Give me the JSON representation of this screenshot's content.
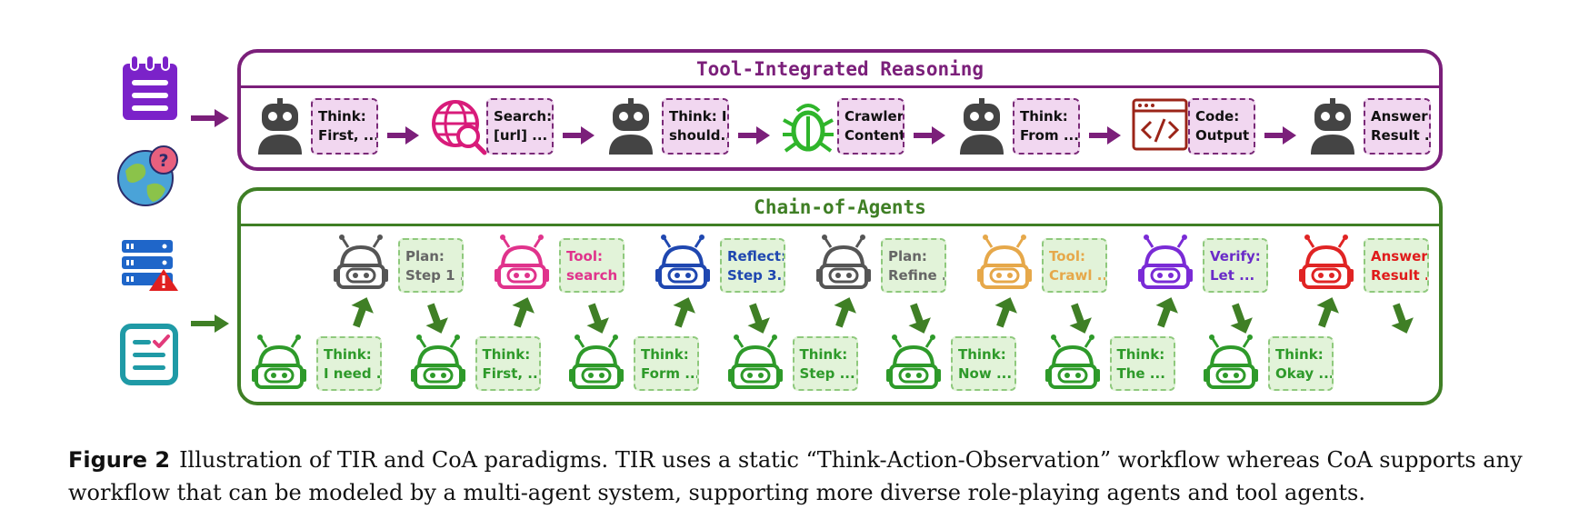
{
  "tir": {
    "title": "Tool-Integrated Reasoning",
    "color": "#7b1f7a",
    "steps": [
      {
        "icon": "robot-icon",
        "line1": "Think:",
        "line2": "First, ..."
      },
      {
        "icon": "globe-search-icon",
        "line1": "Search:",
        "line2": "[url] ..."
      },
      {
        "icon": "robot-icon",
        "line1": "Think: I",
        "line2": "should..."
      },
      {
        "icon": "bug-crawler-icon",
        "line1": "Crawler:",
        "line2": "Content..."
      },
      {
        "icon": "robot-icon",
        "line1": "Think:",
        "line2": "From ..."
      },
      {
        "icon": "code-window-icon",
        "line1": "Code:",
        "line2": "Output ..."
      },
      {
        "icon": "robot-icon",
        "line1": "Answer:",
        "line2": "Result ..."
      }
    ]
  },
  "coa": {
    "title": "Chain-of-Agents",
    "color": "#3f7f25",
    "think_color": "#2e9a2a",
    "thinkers": [
      {
        "line1": "Think:",
        "line2": "I need ..."
      },
      {
        "line1": "Think:",
        "line2": "First, ..."
      },
      {
        "line1": "Think:",
        "line2": "Form ..."
      },
      {
        "line1": "Think:",
        "line2": "Step ..."
      },
      {
        "line1": "Think:",
        "line2": "Now ..."
      },
      {
        "line1": "Think:",
        "line2": "The ..."
      },
      {
        "line1": "Think:",
        "line2": "Okay ..."
      }
    ],
    "agents": [
      {
        "line1": "Plan:",
        "line2": "Step 1 ...",
        "color": "#555555",
        "text_color": "#666666"
      },
      {
        "line1": "Tool:",
        "line2": "search ...",
        "color": "#e0338c",
        "text_color": "#e0338c"
      },
      {
        "line1": "Reflect:",
        "line2": "Step 3...",
        "color": "#1f47b0",
        "text_color": "#1f47b0"
      },
      {
        "line1": "Plan:",
        "line2": "Refine ...",
        "color": "#555555",
        "text_color": "#666666"
      },
      {
        "line1": "Tool:",
        "line2": "Crawl ...",
        "color": "#e6a84a",
        "text_color": "#e6a84a"
      },
      {
        "line1": "Verify:",
        "line2": "Let ...",
        "color": "#7a2bd6",
        "text_color": "#6a2bc8"
      },
      {
        "line1": "Answer:",
        "line2": "Result ...",
        "color": "#e02424",
        "text_color": "#e01b1b"
      }
    ]
  },
  "side_icons": [
    "notepad-icon",
    "globe-question-icon",
    "server-warning-icon",
    "checklist-icon"
  ],
  "caption": {
    "label": "Figure 2",
    "text": "Illustration of TIR and CoA paradigms. TIR uses a static “Think-Action-Observation” workflow whereas CoA supports any workflow that can be modeled by a multi-agent system, supporting more diverse role-playing agents and tool agents."
  }
}
